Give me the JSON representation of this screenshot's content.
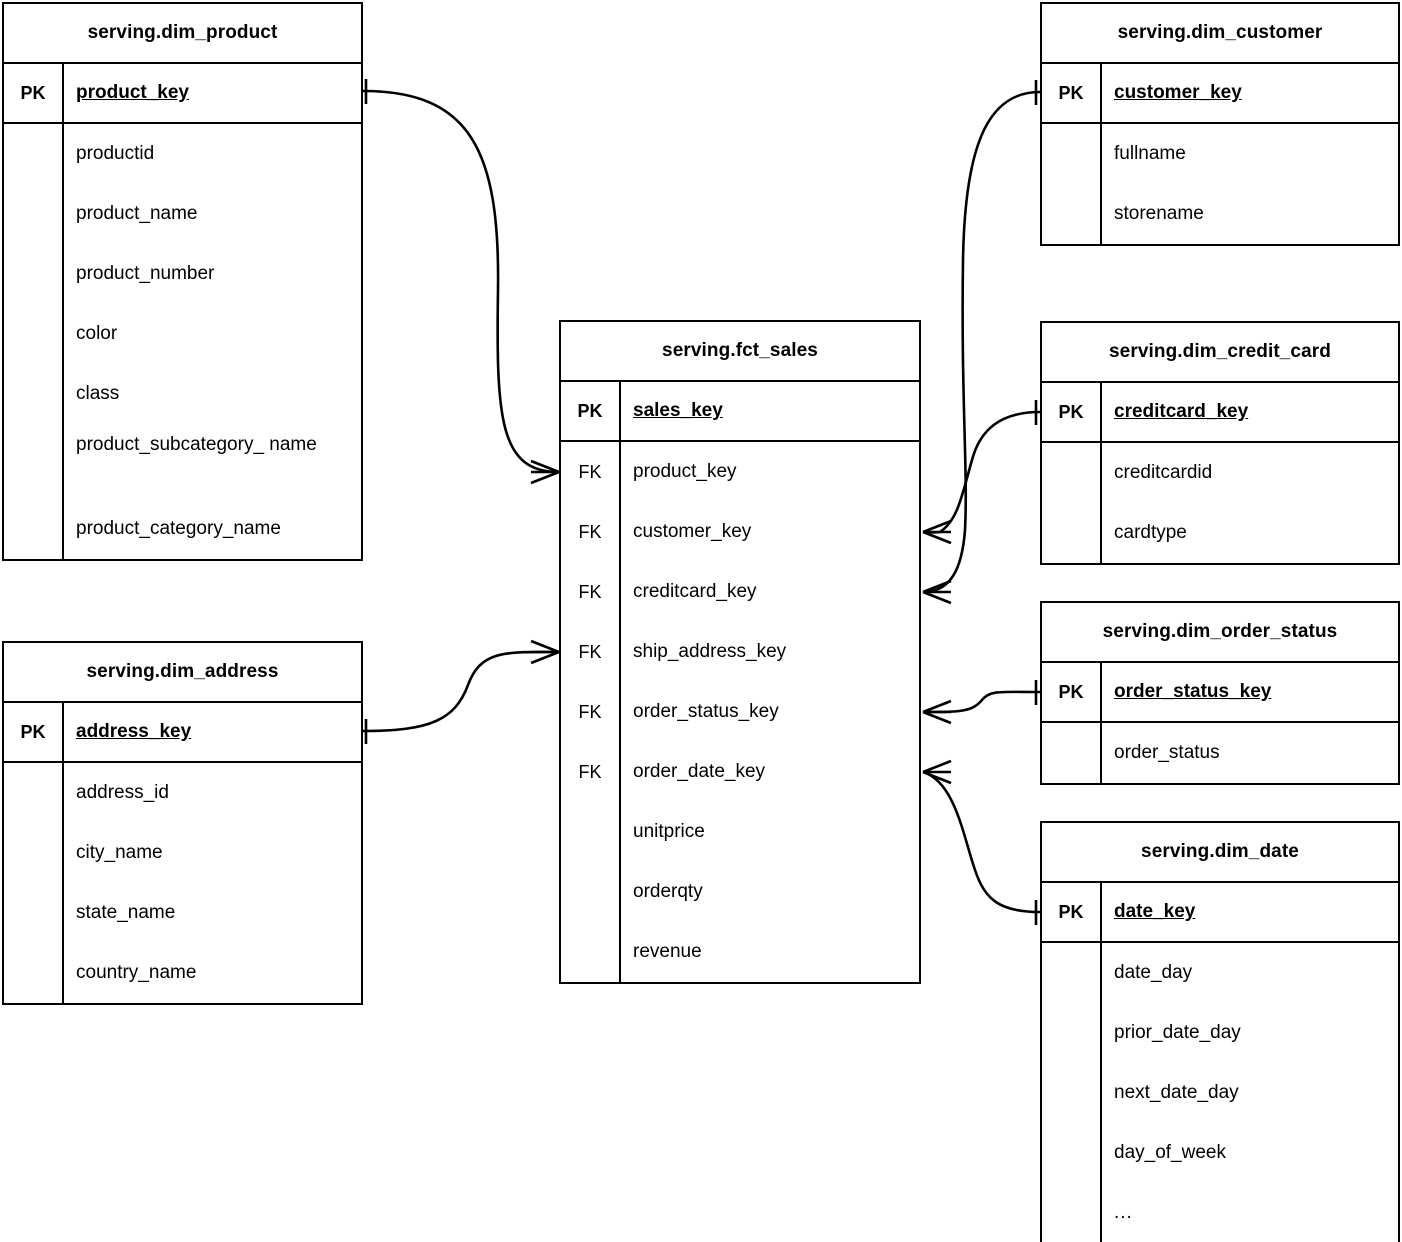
{
  "diagram": {
    "type": "entity-relationship-diagram",
    "notation": "crow's-foot",
    "background_color": "#ffffff",
    "line_color": "#000000",
    "key_labels": {
      "pk": "PK",
      "fk": "FK"
    },
    "ellipsis": "..."
  },
  "entities": [
    {
      "id": "dim_product",
      "title": "serving.dim_product",
      "primary_key": {
        "marker": "PK",
        "name": "product_key"
      },
      "attributes": [
        "productid",
        "product_name",
        "product_number",
        "color",
        "class",
        "product_subcategory_ name",
        "product_category_name"
      ]
    },
    {
      "id": "dim_address",
      "title": "serving.dim_address",
      "primary_key": {
        "marker": "PK",
        "name": "address_key"
      },
      "attributes": [
        "address_id",
        "city_name",
        "state_name",
        "country_name"
      ]
    },
    {
      "id": "fct_sales",
      "title": "serving.fct_sales",
      "primary_key": {
        "marker": "PK",
        "name": "sales_key"
      },
      "foreign_keys": [
        {
          "marker": "FK",
          "name": "product_key"
        },
        {
          "marker": "FK",
          "name": "customer_key"
        },
        {
          "marker": "FK",
          "name": "creditcard_key"
        },
        {
          "marker": "FK",
          "name": "ship_address_key"
        },
        {
          "marker": "FK",
          "name": "order_status_key"
        },
        {
          "marker": "FK",
          "name": "order_date_key"
        }
      ],
      "measures": [
        "unitprice",
        "orderqty",
        "revenue"
      ]
    },
    {
      "id": "dim_customer",
      "title": "serving.dim_customer",
      "primary_key": {
        "marker": "PK",
        "name": "customer_key"
      },
      "attributes": [
        "fullname",
        "storename"
      ]
    },
    {
      "id": "dim_credit_card",
      "title": "serving.dim_credit_card",
      "primary_key": {
        "marker": "PK",
        "name": "creditcard_key"
      },
      "attributes": [
        "creditcardid",
        "cardtype"
      ]
    },
    {
      "id": "dim_order_status",
      "title": "serving.dim_order_status",
      "primary_key": {
        "marker": "PK",
        "name": "order_status_key"
      },
      "attributes": [
        "order_status"
      ]
    },
    {
      "id": "dim_date",
      "title": "serving.dim_date",
      "primary_key": {
        "marker": "PK",
        "name": "date_key"
      },
      "attributes": [
        "date_day",
        "prior_date_day",
        "next_date_day",
        "day_of_week",
        "..."
      ]
    }
  ],
  "relationships": [
    {
      "from": "dim_product.product_key",
      "to": "fct_sales.product_key",
      "from_cardinality": "one",
      "to_cardinality": "many"
    },
    {
      "from": "dim_address.address_key",
      "to": "fct_sales.ship_address_key",
      "from_cardinality": "one",
      "to_cardinality": "many"
    },
    {
      "from": "dim_customer.customer_key",
      "to": "fct_sales.customer_key",
      "from_cardinality": "one",
      "to_cardinality": "many"
    },
    {
      "from": "dim_credit_card.creditcard_key",
      "to": "fct_sales.creditcard_key",
      "from_cardinality": "one",
      "to_cardinality": "many"
    },
    {
      "from": "dim_order_status.order_status_key",
      "to": "fct_sales.order_status_key",
      "from_cardinality": "one",
      "to_cardinality": "many"
    },
    {
      "from": "dim_date.date_key",
      "to": "fct_sales.order_date_key",
      "from_cardinality": "one",
      "to_cardinality": "many"
    }
  ]
}
